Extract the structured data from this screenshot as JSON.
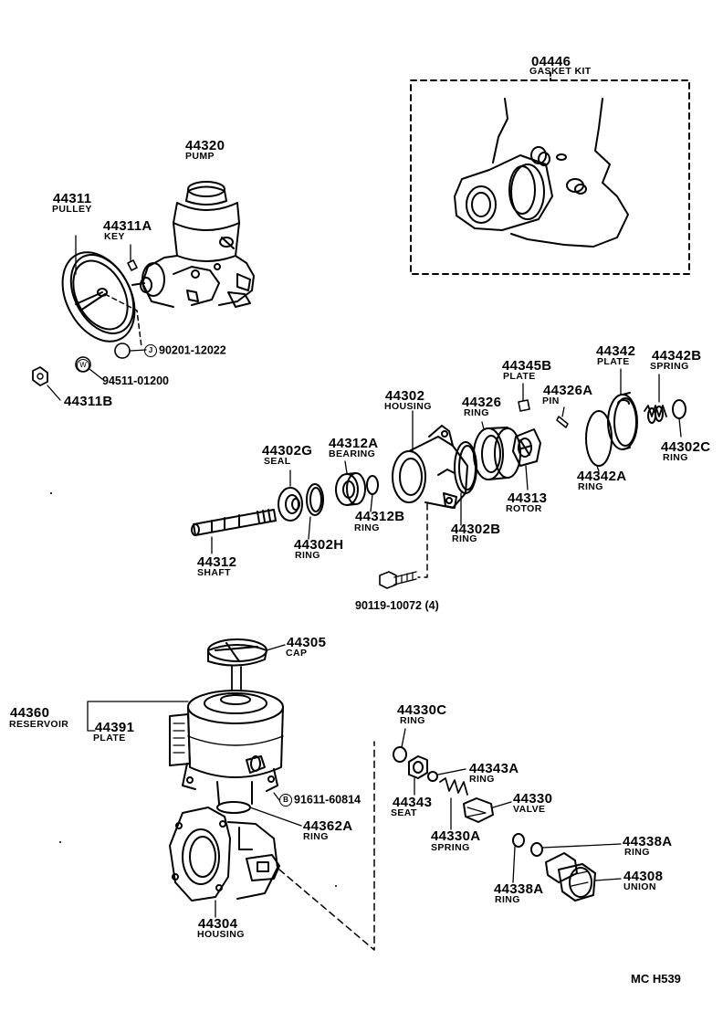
{
  "parts": [
    {
      "number": "04446",
      "name": "GASKET KIT"
    },
    {
      "number": "44320",
      "name": "PUMP"
    },
    {
      "number": "44311",
      "name": "PULLEY"
    },
    {
      "number": "44311A",
      "name": "KEY"
    },
    {
      "number": "90201-12022",
      "badge": "J"
    },
    {
      "number": "94511-01200",
      "badge": "W"
    },
    {
      "number": "44311B"
    },
    {
      "number": "44345B",
      "name": "PLATE"
    },
    {
      "number": "44342",
      "name": "PLATE"
    },
    {
      "number": "44342B",
      "name": "SPRING"
    },
    {
      "number": "44302",
      "name": "HOUSING"
    },
    {
      "number": "44326",
      "name": "RING"
    },
    {
      "number": "44326A",
      "name": "PIN"
    },
    {
      "number": "44302G",
      "name": "SEAL"
    },
    {
      "number": "44312A",
      "name": "BEARING"
    },
    {
      "number": "44302C",
      "name": "RING"
    },
    {
      "number": "44342A",
      "name": "RING"
    },
    {
      "number": "44313",
      "name": "ROTOR"
    },
    {
      "number": "44312B",
      "name": "RING"
    },
    {
      "number": "44302B",
      "name": "RING"
    },
    {
      "number": "44302H",
      "name": "RING"
    },
    {
      "number": "44312",
      "name": "SHAFT"
    },
    {
      "number": "90119-10072 (4)"
    },
    {
      "number": "44305",
      "name": "CAP"
    },
    {
      "number": "44360",
      "name": "RESERVOIR"
    },
    {
      "number": "44391",
      "name": "PLATE"
    },
    {
      "number": "44330C",
      "name": "RING"
    },
    {
      "number": "44343A",
      "name": "RING"
    },
    {
      "number": "44330",
      "name": "VALVE"
    },
    {
      "number": "44343",
      "name": "SEAT"
    },
    {
      "number": "91611-60814",
      "badge": "B"
    },
    {
      "number": "44362A",
      "name": "RING"
    },
    {
      "number": "44330A",
      "name": "SPRING"
    },
    {
      "number": "44338A",
      "name": "RING"
    },
    {
      "number": "44308",
      "name": "UNION"
    },
    {
      "number": "44338A",
      "name": "RING"
    },
    {
      "number": "44304",
      "name": "HOUSING"
    }
  ],
  "diagram_code": "MC  H539"
}
